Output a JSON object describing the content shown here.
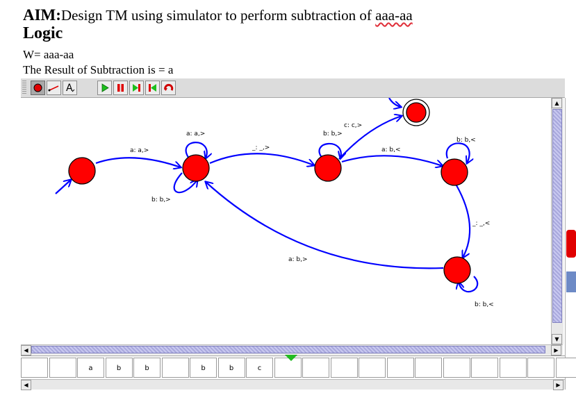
{
  "document": {
    "aim_label": "AIM:",
    "aim_text": "Design TM using simulator to perform subtraction of ",
    "aim_expr": "aaa-aa",
    "logic_heading": "Logic",
    "input_line": "W= aaa-aa",
    "result_line": "The Result of Subtraction  is = a"
  },
  "toolbar": {
    "buttons": [
      {
        "icon": "attribute-editor-icon",
        "active": true
      },
      {
        "icon": "state-creator-icon"
      },
      {
        "icon": "transition-creator-icon"
      },
      {
        "icon": "deleter-icon"
      },
      {
        "icon": "run-icon"
      },
      {
        "icon": "pause-icon"
      },
      {
        "icon": "step-icon"
      },
      {
        "icon": "step-back-icon"
      },
      {
        "icon": "undo-icon"
      }
    ]
  },
  "diagram": {
    "states": [
      {
        "id": "q0",
        "initial": true,
        "final": false
      },
      {
        "id": "q1",
        "initial": false,
        "final": false
      },
      {
        "id": "q2",
        "initial": false,
        "final": false
      },
      {
        "id": "q3",
        "initial": false,
        "final": true
      },
      {
        "id": "q4",
        "initial": false,
        "final": false
      },
      {
        "id": "q5",
        "initial": false,
        "final": false
      }
    ],
    "transitions": [
      {
        "from": "q0",
        "to": "q1",
        "label": "a: a,>"
      },
      {
        "from": "q1",
        "to": "q1",
        "label": "a: a,>"
      },
      {
        "from": "q1",
        "to": "q1",
        "label": "b: b,>"
      },
      {
        "from": "q1",
        "to": "q2",
        "label": "_: _,>"
      },
      {
        "from": "q2",
        "to": "q2",
        "label": "b: b,>"
      },
      {
        "from": "q2",
        "to": "q3",
        "label": "c: c,>"
      },
      {
        "from": "q2",
        "to": "q4",
        "label": "a: b,<"
      },
      {
        "from": "q4",
        "to": "q4",
        "label": "b: b,<"
      },
      {
        "from": "q4",
        "to": "q5",
        "label": "_: _,<"
      },
      {
        "from": "q5",
        "to": "q5",
        "label": "b: b,<"
      },
      {
        "from": "q5",
        "to": "q1",
        "label": "a: b,>"
      }
    ],
    "colors": {
      "state_fill": "#ff0000",
      "edge": "#0000ff"
    }
  },
  "tape": {
    "cells": [
      "",
      "",
      "a",
      "b",
      "b",
      "",
      "b",
      "b",
      "c",
      "",
      "",
      "",
      "",
      "",
      "",
      "",
      "",
      "",
      "",
      ""
    ],
    "head_index": 9
  }
}
